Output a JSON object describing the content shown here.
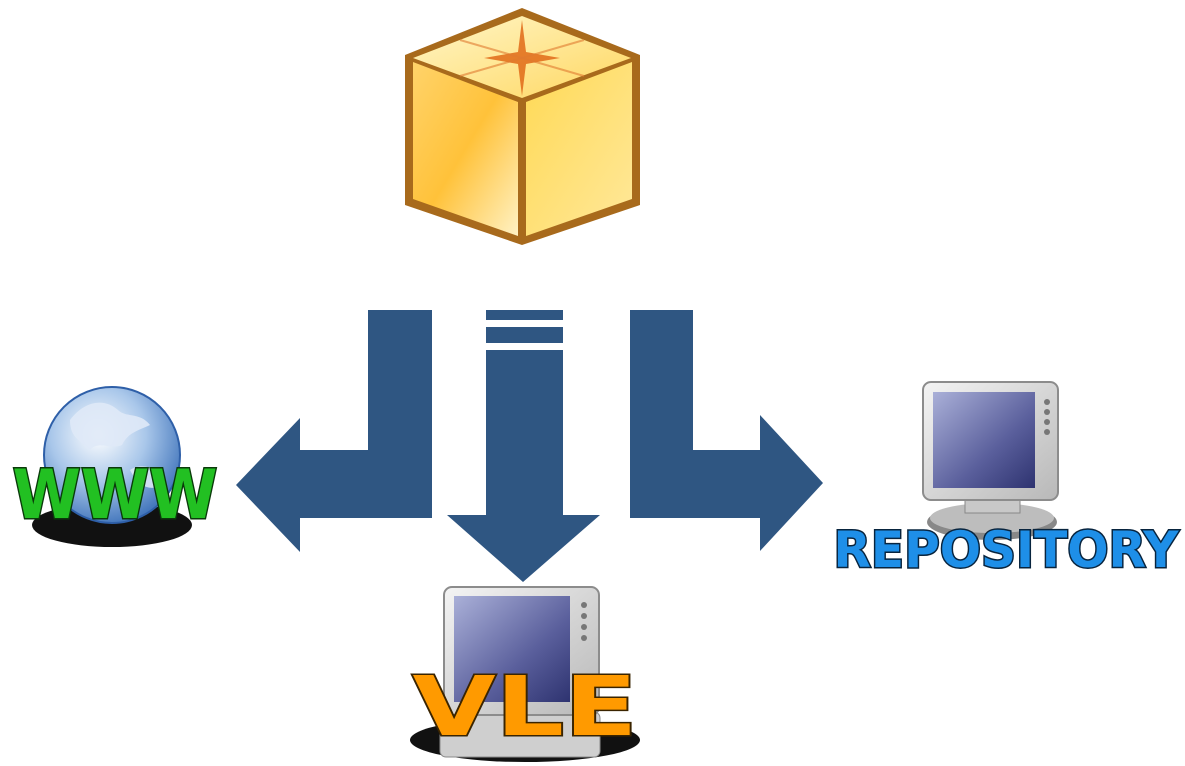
{
  "labels": {
    "web": "WWW",
    "vle": "VLE",
    "repository": "REPOSITORY"
  },
  "icons": {
    "source": "package-box-icon",
    "web": "globe-icon",
    "vle": "computer-monitor-icon",
    "repository": "computer-monitor-icon"
  },
  "colors": {
    "arrow": "#2f5682",
    "web_label": "#22c022",
    "vle_label": "#ff9a00",
    "repository_label": "#1e8fe8",
    "box_outline": "#a86a1c",
    "box_face": "#ffd24a"
  }
}
